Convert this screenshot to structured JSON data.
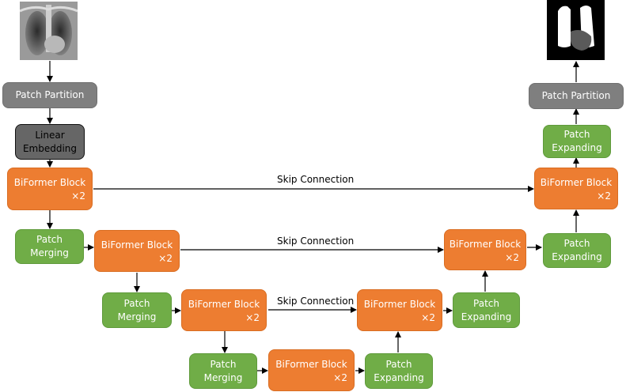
{
  "encoder": {
    "patch_partition": "Patch Partition",
    "linear_embedding": [
      "Linear",
      "Embedding"
    ],
    "block1": [
      "BiFormer Block",
      "×2"
    ],
    "merge1": [
      "Patch",
      "Merging"
    ],
    "block2": [
      "BiFormer Block",
      "×2"
    ],
    "merge2": [
      "Patch",
      "Merging"
    ],
    "block3": [
      "BiFormer Block",
      "×2"
    ],
    "merge3": [
      "Patch",
      "Merging"
    ]
  },
  "bottleneck": {
    "block": [
      "BiFormer Block",
      "×2"
    ]
  },
  "decoder": {
    "expand1": [
      "Patch",
      "Expanding"
    ],
    "block3": [
      "BiFormer Block",
      "×2"
    ],
    "expand2": [
      "Patch",
      "Expanding"
    ],
    "block2": [
      "BiFormer Block",
      "×2"
    ],
    "expand3": [
      "Patch",
      "Expanding"
    ],
    "block1": [
      "BiFormer Block",
      "×2"
    ],
    "expand4": [
      "Patch",
      "Expanding"
    ],
    "patch_partition": "Patch Partition"
  },
  "skips": [
    "Skip Connection",
    "Skip Connection",
    "Skip Connection"
  ],
  "colors": {
    "orange": "#ed7d31",
    "green": "#70ad47",
    "gray": "#7f7f7f"
  }
}
